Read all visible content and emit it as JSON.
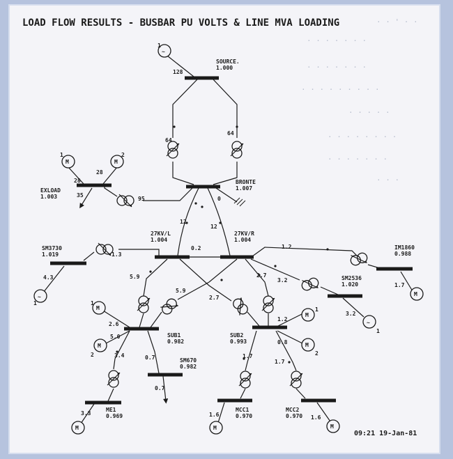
{
  "title": "LOAD FLOW RESULTS - BUSBAR PU VOLTS & LINE MVA LOADING",
  "timestamp": "09:21 19-Jan-81",
  "buses": [
    {
      "key": "source",
      "name": "SOURCE.",
      "pu": "1.000"
    },
    {
      "key": "bronte",
      "name": "BRONTE",
      "pu": "1.007"
    },
    {
      "key": "exload",
      "name": "EXLOAD",
      "pu": "1.003"
    },
    {
      "key": "kvl",
      "name": "27KV/L",
      "pu": "1.004"
    },
    {
      "key": "kvr",
      "name": "27KV/R",
      "pu": "1.004"
    },
    {
      "key": "sm3730",
      "name": "SM3730",
      "pu": "1.019"
    },
    {
      "key": "im1860",
      "name": "IM1860",
      "pu": "0.988"
    },
    {
      "key": "sm2536",
      "name": "SM2536",
      "pu": "1.020"
    },
    {
      "key": "sub1",
      "name": "SUB1",
      "pu": "0.982"
    },
    {
      "key": "sub2",
      "name": "SUB2",
      "pu": "0.993"
    },
    {
      "key": "sm670",
      "name": "SM670",
      "pu": "0.982"
    },
    {
      "key": "me1",
      "name": "ME1",
      "pu": "0.969"
    },
    {
      "key": "mcc1",
      "name": "MCC1",
      "pu": "0.970"
    },
    {
      "key": "mcc2",
      "name": "MCC2",
      "pu": "0.970"
    }
  ],
  "flows": [
    "128",
    "64",
    "64",
    "28",
    "28",
    "35",
    "95",
    "0",
    "12",
    "12",
    "0.2",
    "1.2",
    "1.3",
    "4.3",
    "5.9",
    "5.9",
    "2.7",
    "2.7",
    "3.2",
    "1.7",
    "3.2",
    "2.6",
    "5.0",
    "3.4",
    "0.7",
    "0.7",
    "1.2",
    "0.8",
    "1.7",
    "1.7",
    "3.3",
    "1.6",
    "1.6"
  ],
  "machine_labels": [
    "1",
    "2",
    "1",
    "1",
    "1",
    "1",
    "2",
    "1",
    "2"
  ],
  "symbols": {
    "motor": "M",
    "generator": "~"
  }
}
